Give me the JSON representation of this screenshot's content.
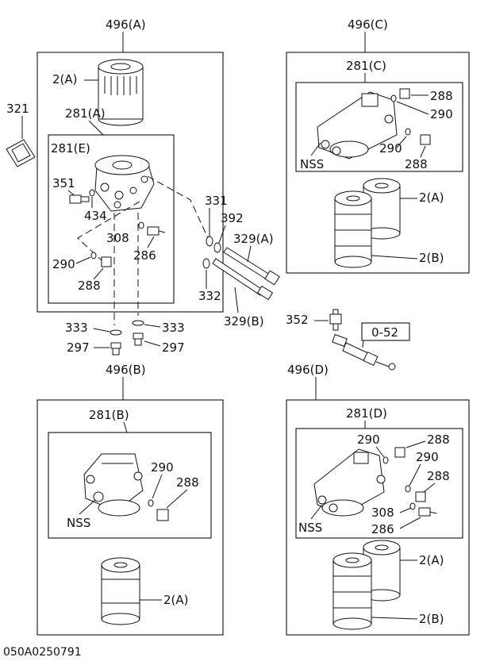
{
  "labels": {
    "assy_a": "496(A)",
    "assy_b": "496(B)",
    "assy_c": "496(C)",
    "assy_d": "496(D)",
    "filter_2a": "2(A)",
    "filter_2b": "2(B)",
    "head_281a": "281(A)",
    "head_281b": "281(B)",
    "head_281c": "281(C)",
    "head_281d": "281(D)",
    "head_281e": "281(E)",
    "gasket_321": "321",
    "plug_351": "351",
    "oring_434": "434",
    "bolt_308": "308",
    "oring_290": "290",
    "plug_288": "288",
    "fitting_286": "286",
    "washer_331": "331",
    "washer_392": "392",
    "bolt_329a": "329(A)",
    "washer_332": "332",
    "bolt_329b": "329(B)",
    "washer_333": "333",
    "plug_297": "297",
    "sensor_352": "352",
    "ref_052": "0-52",
    "nss": "NSS",
    "drawing_no": "050A0250791"
  }
}
